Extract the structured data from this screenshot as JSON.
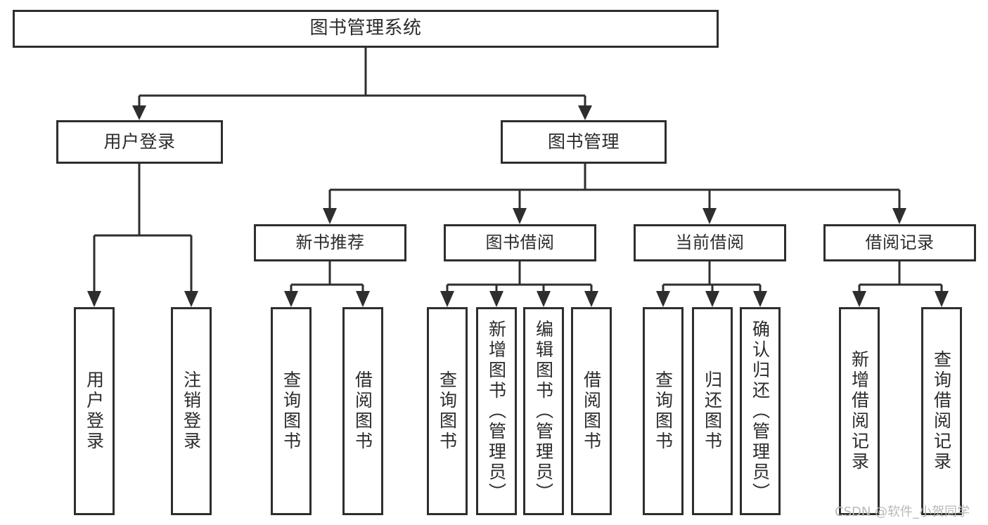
{
  "diagram": {
    "title": "图书管理系统",
    "type": "tree-hierarchy-functional-structure",
    "orientation": "top-down",
    "colors": {
      "background": "#ffffff",
      "stroke": "#2e2e2e",
      "box_fill": "#ffffff",
      "text": "#2b2b2b",
      "watermark": "#b9b9b9"
    },
    "root": {
      "label": "图书管理系统"
    },
    "level2": [
      {
        "label": "用户登录"
      },
      {
        "label": "图书管理"
      }
    ],
    "level3": [
      {
        "label": "新书推荐"
      },
      {
        "label": "图书借阅"
      },
      {
        "label": "当前借阅"
      },
      {
        "label": "借阅记录"
      }
    ],
    "leaves": {
      "user_login": [
        {
          "label": "用户登录"
        },
        {
          "label": "注销登录"
        }
      ],
      "new_book_recommend": [
        {
          "label": "查询图书"
        },
        {
          "label": "借阅图书"
        }
      ],
      "book_borrow": [
        {
          "label": "查询图书"
        },
        {
          "label": "新增图书（管理员）"
        },
        {
          "label": "编辑图书（管理员）"
        },
        {
          "label": "借阅图书"
        }
      ],
      "current_borrow": [
        {
          "label": "查询图书"
        },
        {
          "label": "归还图书"
        },
        {
          "label": "确认归还（管理员）"
        }
      ],
      "borrow_record": [
        {
          "label": "新增借阅记录"
        },
        {
          "label": "查询借阅记录"
        }
      ]
    }
  },
  "watermark": {
    "text": "CSDN @软件_小贺同学"
  }
}
